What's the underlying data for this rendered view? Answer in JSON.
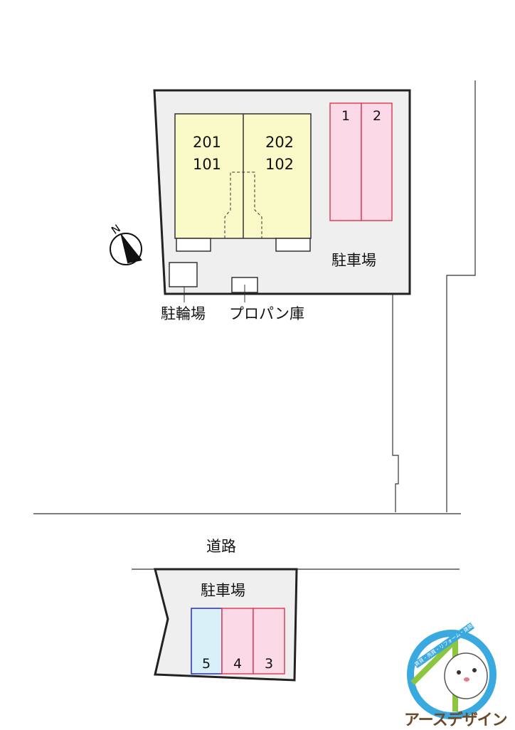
{
  "units": {
    "left_upper": "201",
    "left_lower": "101",
    "right_upper": "202",
    "right_lower": "102"
  },
  "labels": {
    "parking_main": "駐車場",
    "bicycle_parking": "駐輪場",
    "propane_storage": "プロパン庫",
    "road": "道路",
    "parking_lower": "駐車場"
  },
  "parking_spaces": {
    "p1": "1",
    "p2": "2",
    "p3": "3",
    "p4": "4",
    "p5": "5"
  },
  "compass": {
    "north_label": "N"
  },
  "logo": {
    "name": "アースデザイン",
    "arc_text": "賃貸・売買・リフォーム・建築"
  },
  "colors": {
    "building": "#fafac8",
    "parking_pink": "#fcd9e6",
    "parking_pink_border": "#e0405a",
    "parking_blue": "#d8f0f8",
    "parking_blue_border": "#2a2ab0",
    "lot": "#efefef",
    "logo_blue": "#3aa9e0",
    "logo_green": "#8cc63f",
    "logo_brown": "#6b4a2a"
  }
}
